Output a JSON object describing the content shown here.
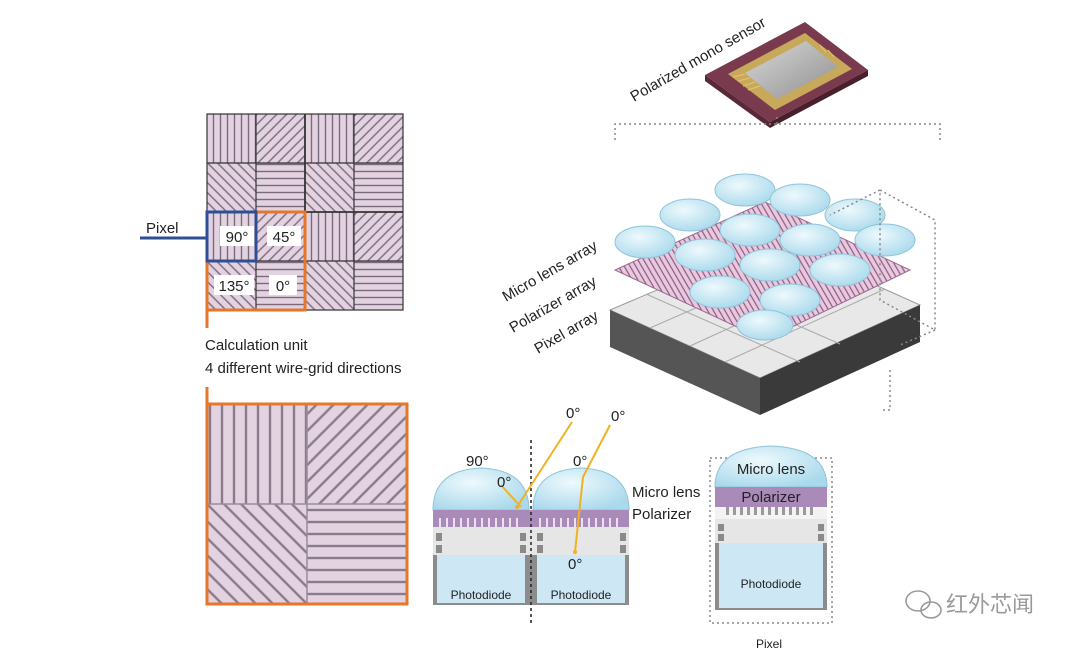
{
  "labels": {
    "pixel": "Pixel",
    "calc_unit_line1": "Calculation unit",
    "calc_unit_line2": "4 different wire-grid directions",
    "sensor": "Polarized mono sensor",
    "micro_lens_array": "Micro lens array",
    "polarizer_array": "Polarizer array",
    "pixel_array": "Pixel array",
    "micro_lens": "Micro lens",
    "polarizer": "Polarizer",
    "photodiode": "Photodiode",
    "pixel_bottom": "Pixel",
    "watermark": "红外芯闻"
  },
  "angles": {
    "a90": "90°",
    "a45": "45°",
    "a135": "135°",
    "a0": "0°"
  },
  "colors": {
    "grid_fill": "#e3d3e1",
    "grid_stripe": "#7a6a7e",
    "grid_border": "#333333",
    "pixel_highlight": "#2e4f96",
    "calc_highlight": "#e6762a",
    "lens_blue": "#bfe4f2",
    "polarizer_purple": "#a98ab8",
    "photodiode_blue": "#cde8f4",
    "ray_yellow": "#f0b21f"
  }
}
